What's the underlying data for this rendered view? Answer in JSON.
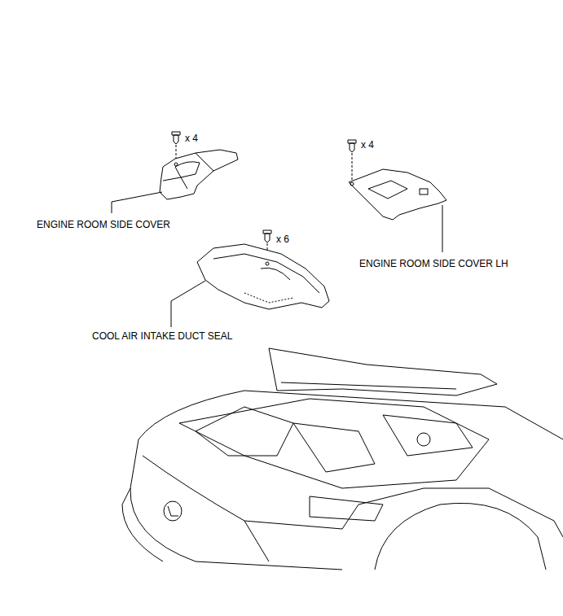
{
  "diagram": {
    "labels": [
      "x 4",
      "ENGINE ROOM SIDE COVER",
      "x 4",
      "ENGINE ROOM SIDE COVER LH",
      "x 6",
      "COOL AIR INTAKE DUCT SEAL"
    ]
  }
}
